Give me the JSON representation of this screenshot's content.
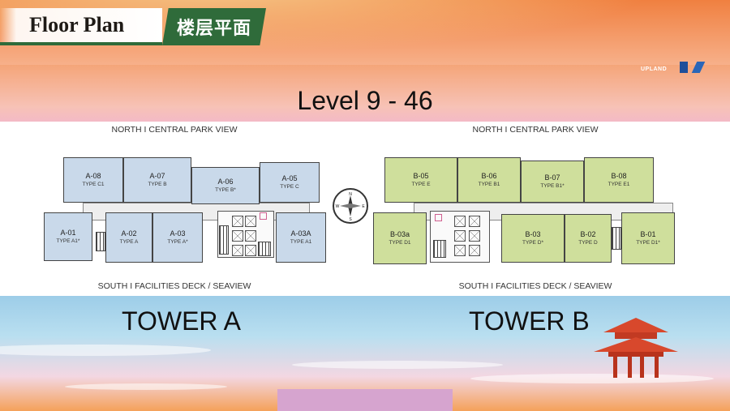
{
  "header": {
    "title_en": "Floor Plan",
    "title_cn": "楼层平面"
  },
  "logo": {
    "text": "UPLAND"
  },
  "level": "Level 9 - 46",
  "view_labels": {
    "north": "NORTH I CENTRAL PARK VIEW",
    "south": "SOUTH I FACILITIES DECK / SEAVIEW"
  },
  "tower_a": {
    "label": "TOWER A",
    "units": [
      {
        "code": "A-08",
        "type": "TYPE C1"
      },
      {
        "code": "A-07",
        "type": "TYPE B"
      },
      {
        "code": "A-06",
        "type": "TYPE B*"
      },
      {
        "code": "A-05",
        "type": "TYPE C"
      },
      {
        "code": "A-01",
        "type": "TYPE A1*"
      },
      {
        "code": "A-02",
        "type": "TYPE A"
      },
      {
        "code": "A-03",
        "type": "TYPE A*"
      },
      {
        "code": "A-03A",
        "type": "TYPE A1"
      }
    ]
  },
  "tower_b": {
    "label": "TOWER B",
    "units": [
      {
        "code": "B-05",
        "type": "TYPE E"
      },
      {
        "code": "B-06",
        "type": "TYPE B1"
      },
      {
        "code": "B-07",
        "type": "TYPE B1*"
      },
      {
        "code": "B-08",
        "type": "TYPE E1"
      },
      {
        "code": "B-03a",
        "type": "TYPE D1"
      },
      {
        "code": "B-03",
        "type": "TYPE D*"
      },
      {
        "code": "B-02",
        "type": "TYPE D"
      },
      {
        "code": "B-01",
        "type": "TYPE D1*"
      }
    ]
  },
  "compass": {
    "n": "N",
    "e": "E",
    "s": "S",
    "w": "W"
  },
  "colors": {
    "accent_green": "#2f6b3a",
    "tower_a_fill": "#c9d9ea",
    "tower_b_fill": "#cfdf9c"
  }
}
